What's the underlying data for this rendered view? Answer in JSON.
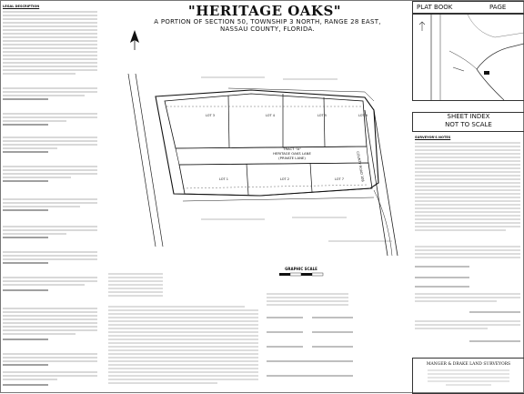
{
  "title": "\"HERITAGE OAKS\"",
  "subtitle_lines": [
    "A PORTION OF SECTION 50, TOWNSHIP 3 NORTH, RANGE 28 EAST,",
    "NASSAU COUNTY, FLORIDA."
  ],
  "plat_book": {
    "label": "PLAT BOOK",
    "page_label": "PAGE"
  },
  "sheet_index": {
    "title": "SHEET INDEX",
    "note": "NOT TO SCALE"
  },
  "graphic_scale": {
    "label": "GRAPHIC SCALE"
  },
  "tract": {
    "name": "TRACT \"A\"",
    "lane": "HERITAGE OAKS LANE",
    "private": "(PRIVATE LANE)"
  },
  "lots": [
    {
      "name": "LOT 3"
    },
    {
      "name": "LOT 4"
    },
    {
      "name": "LOT 5"
    },
    {
      "name": "LOT 6"
    },
    {
      "name": "LOT 1"
    },
    {
      "name": "LOT 2"
    },
    {
      "name": "LOT 7"
    }
  ],
  "road": {
    "name": "COUNTY ROAD 108"
  },
  "left_headers": [
    "LEGAL DESCRIPTION",
    "DEDICATION",
    "COUNTY ATTORNEY CERTIFICATE",
    "CERTIFICATE OF CLERK",
    "APPROVAL CERTIFICATE",
    "SURVEYOR'S CERTIFICATE"
  ],
  "right_headers": [
    "SURVEYOR'S NOTES",
    "COUNTY HEALTH CERTIFICATE"
  ],
  "surveyor_logo": {
    "name": "MANGER & DRAKE LAND SURVEYORS"
  }
}
